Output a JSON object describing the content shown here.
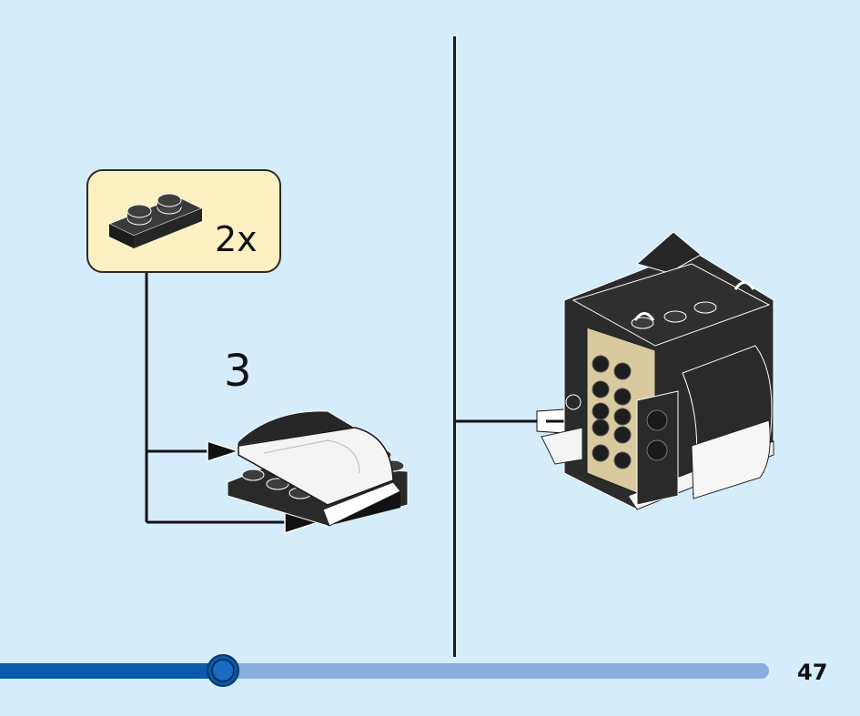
{
  "parts_callout": {
    "quantity": "2x",
    "part_icon": "black-2x1-plate-icon"
  },
  "step": {
    "number": "3"
  },
  "page": {
    "number": "47"
  },
  "progress": {
    "fraction": 0.29,
    "fill_color": "#0a5aac",
    "track_color": "#8aaedd"
  },
  "colors": {
    "background": "#d5ecfb",
    "callout_fill": "#fdf1c4",
    "brick_black": "#2b2b2b",
    "brick_tan": "#d9c99e"
  }
}
